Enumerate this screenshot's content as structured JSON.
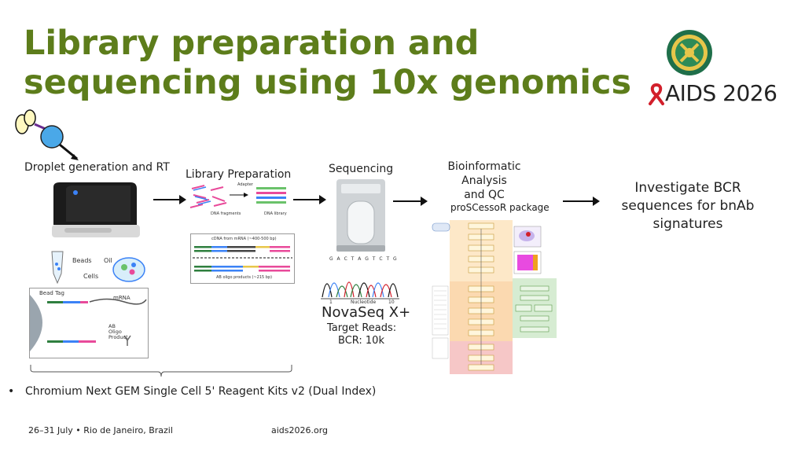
{
  "slide": {
    "title": "Library preparation and sequencing using 10x genomics",
    "logo": {
      "text": "AIDS 2026",
      "ribbon_color": "#d21f2b",
      "emblem_color": "#1f6f4a"
    },
    "steps": {
      "droplet": "Droplet generation and RT",
      "library": "Library Preparation",
      "sequencing": "Sequencing",
      "bioinformatic": [
        "Bioinformatic",
        "Analysis",
        "and QC"
      ],
      "package": "proSCessoR package",
      "investigate": [
        "Investigate BCR",
        "sequences for bnAb",
        "signatures"
      ]
    },
    "figures": {
      "adapter": "Adapter",
      "dna_fragments": "DNA fragments",
      "dna_library": "DNA library",
      "cdna_label": "cDNA from mRNA (~400-500 bp)",
      "ab_label": "AB oligo products (~215 bp)",
      "beads": "Beads",
      "oil": "Oil",
      "cells": "Cells",
      "bead_tag": "Bead Tag",
      "mrna": "mRNA",
      "ab_product": [
        "AB",
        "Oligo",
        "Product"
      ],
      "nucleotides": "G A C T A G T C T G",
      "nucleotide_axis": "Nucleotide",
      "axis_start": "1",
      "axis_end": "10"
    },
    "sequencer": {
      "name": "NovaSeq X+",
      "target_reads": "Target Reads:",
      "bcr_reads": "BCR: 10k"
    },
    "bullet": "Chromium Next GEM Single Cell 5' Reagent Kits v2 (Dual Index)",
    "footer": {
      "dates": "26–31 July • Rio de Janeiro, Brazil",
      "url": "aids2026.org"
    }
  }
}
